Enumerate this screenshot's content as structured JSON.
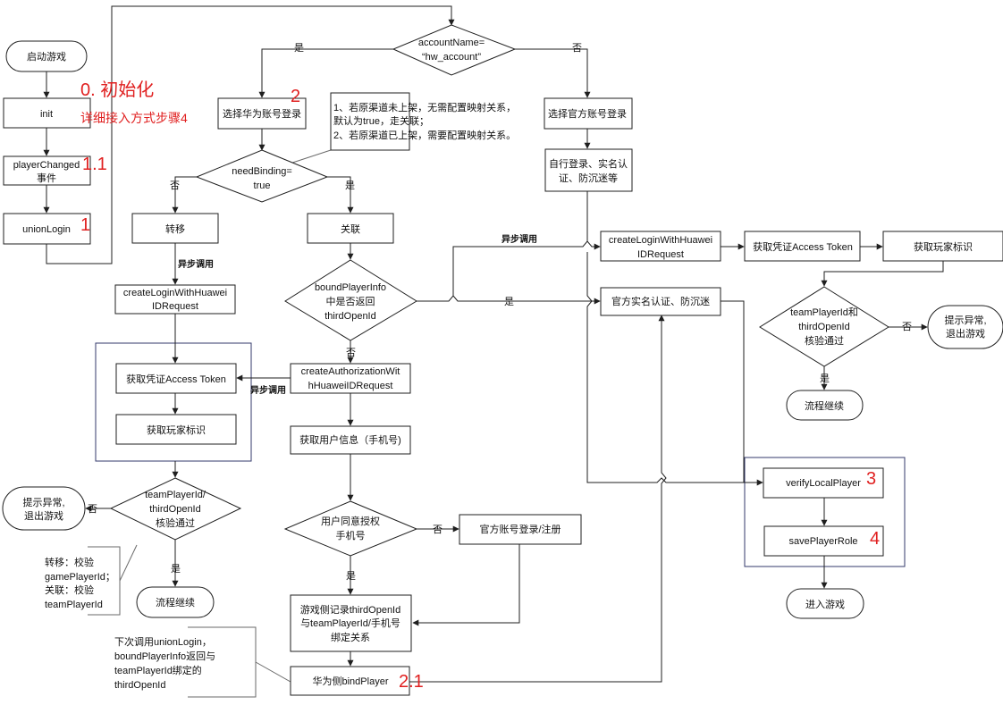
{
  "nodes": {
    "start": "启动游戏",
    "init": "init",
    "player_changed": [
      "playerChanged",
      "事件"
    ],
    "union_login": "unionLogin",
    "account_check": [
      "accountName=",
      "“hw_account”"
    ],
    "select_huawei": "选择华为账号登录",
    "select_official": "选择官方账号登录",
    "need_binding": [
      "needBinding=",
      "true"
    ],
    "transfer": "转移",
    "associate": "关联",
    "create_login_left": [
      "createLoginWithHuawei",
      "IDRequest"
    ],
    "bound_check": [
      "boundPlayerInfo",
      "中是否返回",
      "thirdOpenId"
    ],
    "get_token_left": "获取凭证Access Token",
    "get_player_id_left": "获取玩家标识",
    "create_auth": [
      "createAuthorizationWit",
      "hHuaweiIDRequest"
    ],
    "get_user_info": "获取用户信息（手机号)",
    "verify_left": [
      "teamPlayerId/",
      "thirdOpenId",
      "核验通过"
    ],
    "error_left": [
      "提示异常,",
      "退出游戏"
    ],
    "continue_left": "流程继续",
    "user_consent": [
      "用户同意授权",
      "手机号"
    ],
    "official_register": "官方账号登录/注册",
    "record_binding": [
      "游戏侧记录thirdOpenId",
      "与teamPlayerId/手机号",
      "绑定关系"
    ],
    "bind_player": "华为侧bindPlayer",
    "self_login": [
      "自行登录、实名认",
      "证、防沉迷等"
    ],
    "create_login_right": [
      "createLoginWithHuawei",
      "IDRequest"
    ],
    "get_token_right": "获取凭证Access Token",
    "get_player_id_right": "获取玩家标识",
    "official_realname": "官方实名认证、防沉迷",
    "verify_right": [
      "teamPlayerId和",
      "thirdOpenId",
      "核验通过"
    ],
    "error_right": [
      "提示异常,",
      "退出游戏"
    ],
    "continue_right": "流程继续",
    "verify_local": "verifyLocalPlayer",
    "save_role": "savePlayerRole",
    "enter_game": "进入游戏"
  },
  "edge_labels": {
    "yes": "是",
    "no": "否",
    "async": "异步调用"
  },
  "notes": {
    "binding_note": [
      "1、若原渠道未上架，无需配置映射关系，",
      "默认为true，走关联；",
      "2、若原渠道已上架，需要配置映射关系。"
    ],
    "verify_note": [
      "转移：校验",
      "gamePlayerId；",
      "关联：校验",
      "teamPlayerId"
    ],
    "next_call_note": [
      "下次调用unionLogin，",
      "boundPlayerInfo返回与",
      "teamPlayerId绑定的",
      "thirdOpenId"
    ]
  },
  "annotations": {
    "init_title": "0. 初始化",
    "init_detail": "详细接入方式步骤4",
    "step_1_1": "1.1",
    "step_1": "1",
    "step_2": "2",
    "step_2_1": "2.1",
    "step_3": "3",
    "step_4": "4"
  },
  "colors": {
    "line": "#1f1f1f",
    "annotation": "#e02020",
    "group_border": "#333a6b"
  }
}
